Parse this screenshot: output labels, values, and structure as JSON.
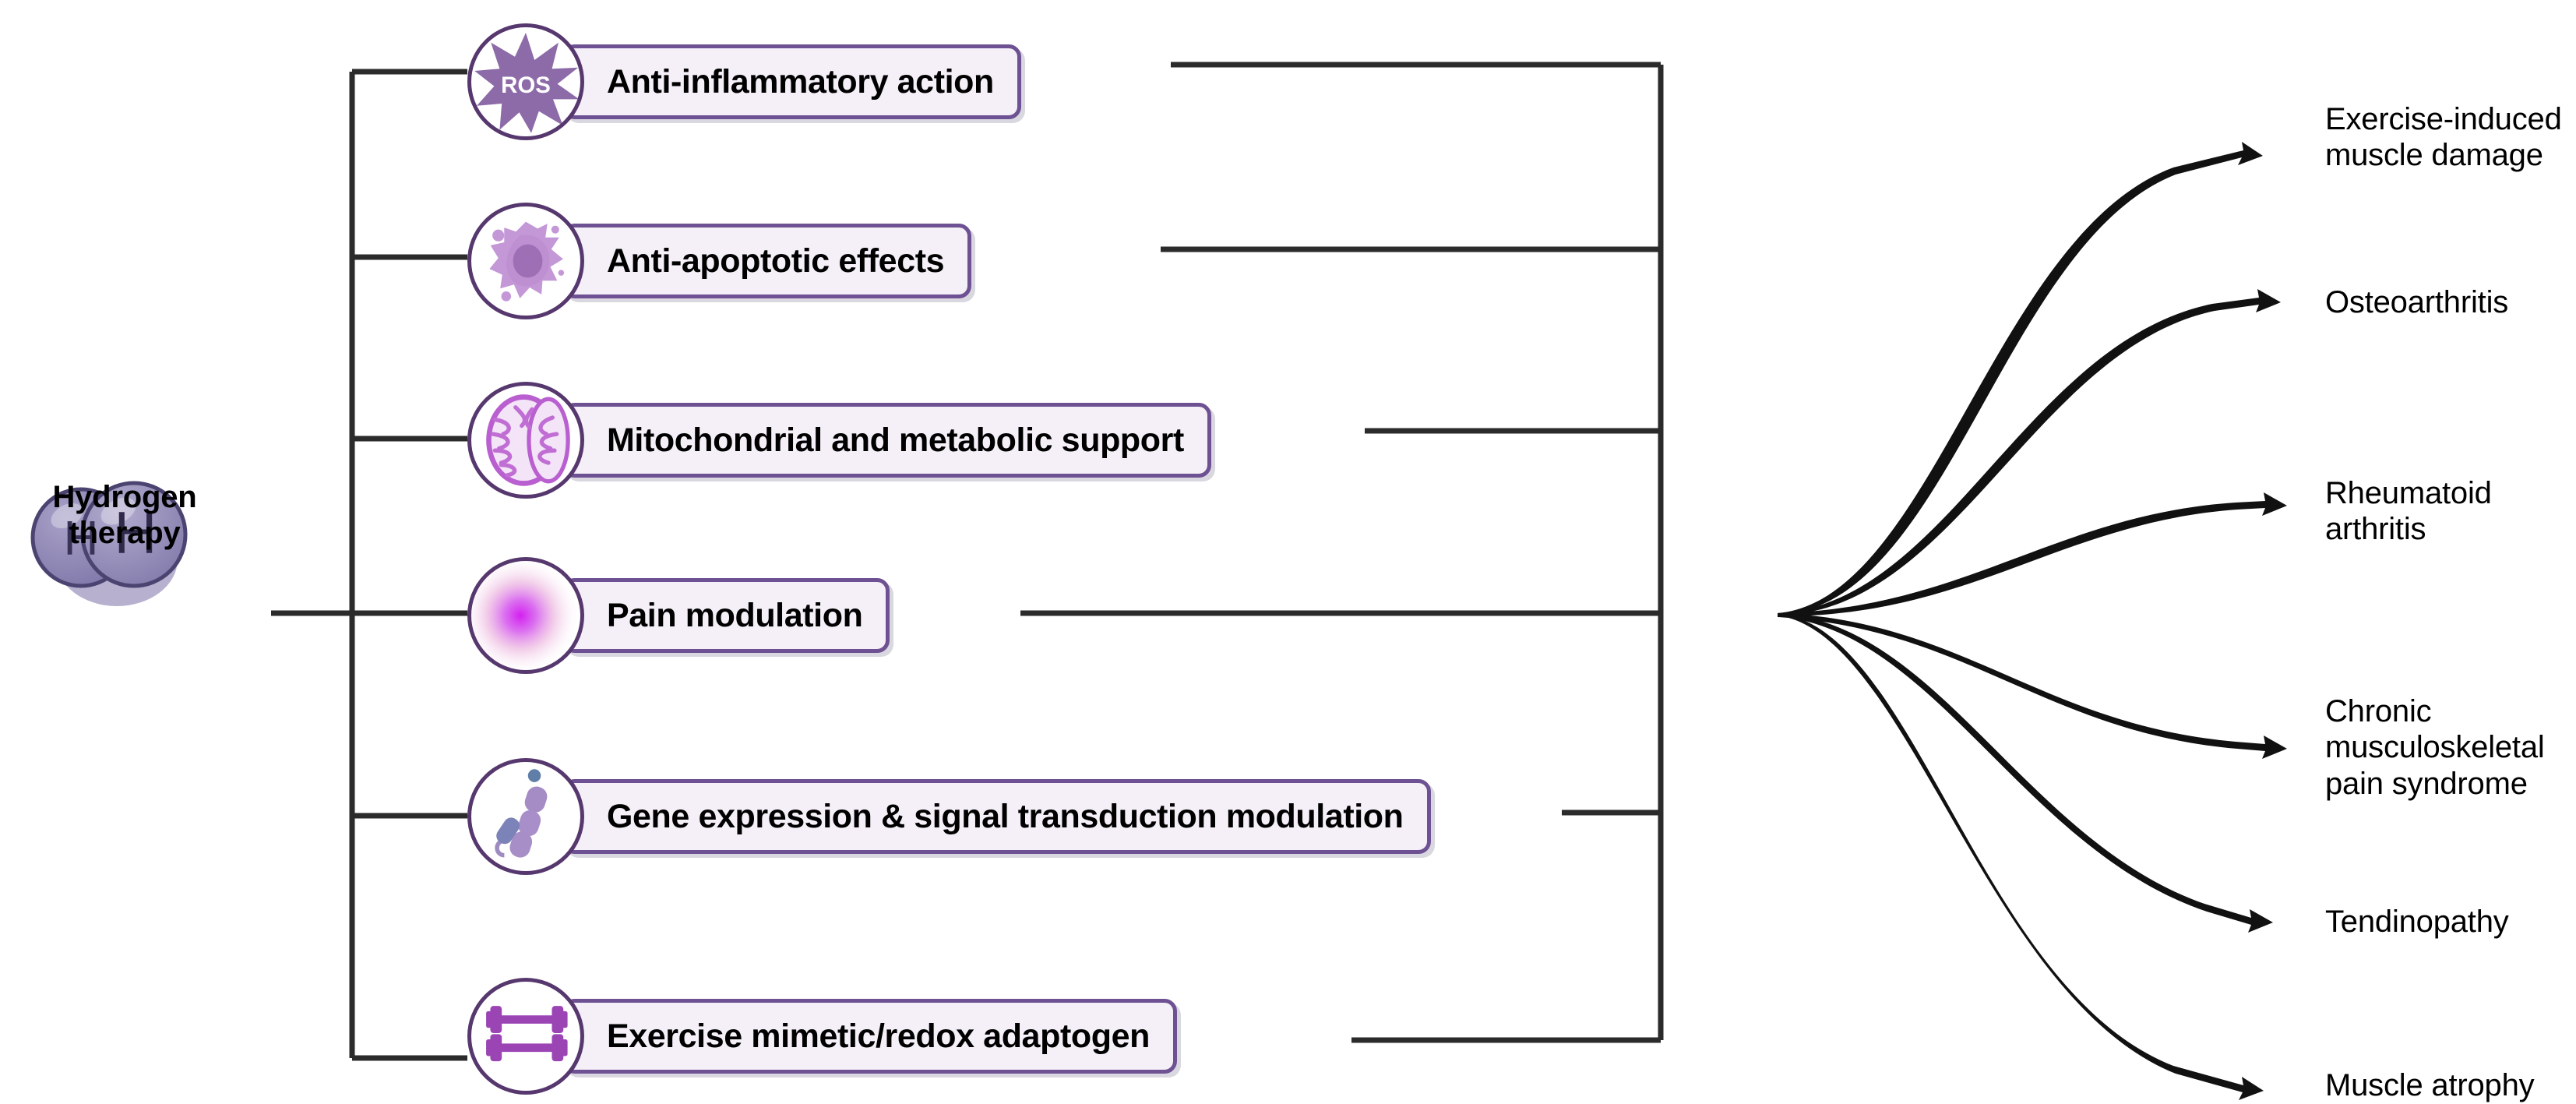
{
  "source": {
    "label": "Hydrogen\ntherapy",
    "icon": "hydrogen-molecule-icon",
    "sphere_color": "#8e87b4",
    "sphere_stroke": "#4b4370"
  },
  "palette": {
    "box_fill": "#f5eff8",
    "box_border": "#6d5192",
    "circle_border": "#56386e",
    "icon_purple": "#8d6ba8",
    "icon_violet": "#b581c9",
    "pain_magenta": "#cc33e6",
    "connector": "#2b2b2b"
  },
  "mechanisms": [
    {
      "label": "Anti-inflammatory action",
      "icon": "ros-burst-icon",
      "icon_caption": "ROS"
    },
    {
      "label": "Anti-apoptotic effects",
      "icon": "apoptotic-cell-icon",
      "icon_caption": ""
    },
    {
      "label": "Mitochondrial and metabolic support",
      "icon": "mitochondrion-icon",
      "icon_caption": ""
    },
    {
      "label": "Pain modulation",
      "icon": "pain-glow-icon",
      "icon_caption": ""
    },
    {
      "label": "Gene expression & signal transduction modulation",
      "icon": "signal-chain-icon",
      "icon_caption": ""
    },
    {
      "label": "Exercise mimetic/redox adaptogen",
      "icon": "dumbbell-icon",
      "icon_caption": ""
    }
  ],
  "outcomes": [
    {
      "label": "Exercise-induced\nmuscle damage"
    },
    {
      "label": "Osteoarthritis"
    },
    {
      "label": "Rheumatoid\narthritis"
    },
    {
      "label": "Chronic\nmusculoskeletal\npain syndrome"
    },
    {
      "label": "Tendinopathy"
    },
    {
      "label": "Muscle atrophy"
    }
  ]
}
